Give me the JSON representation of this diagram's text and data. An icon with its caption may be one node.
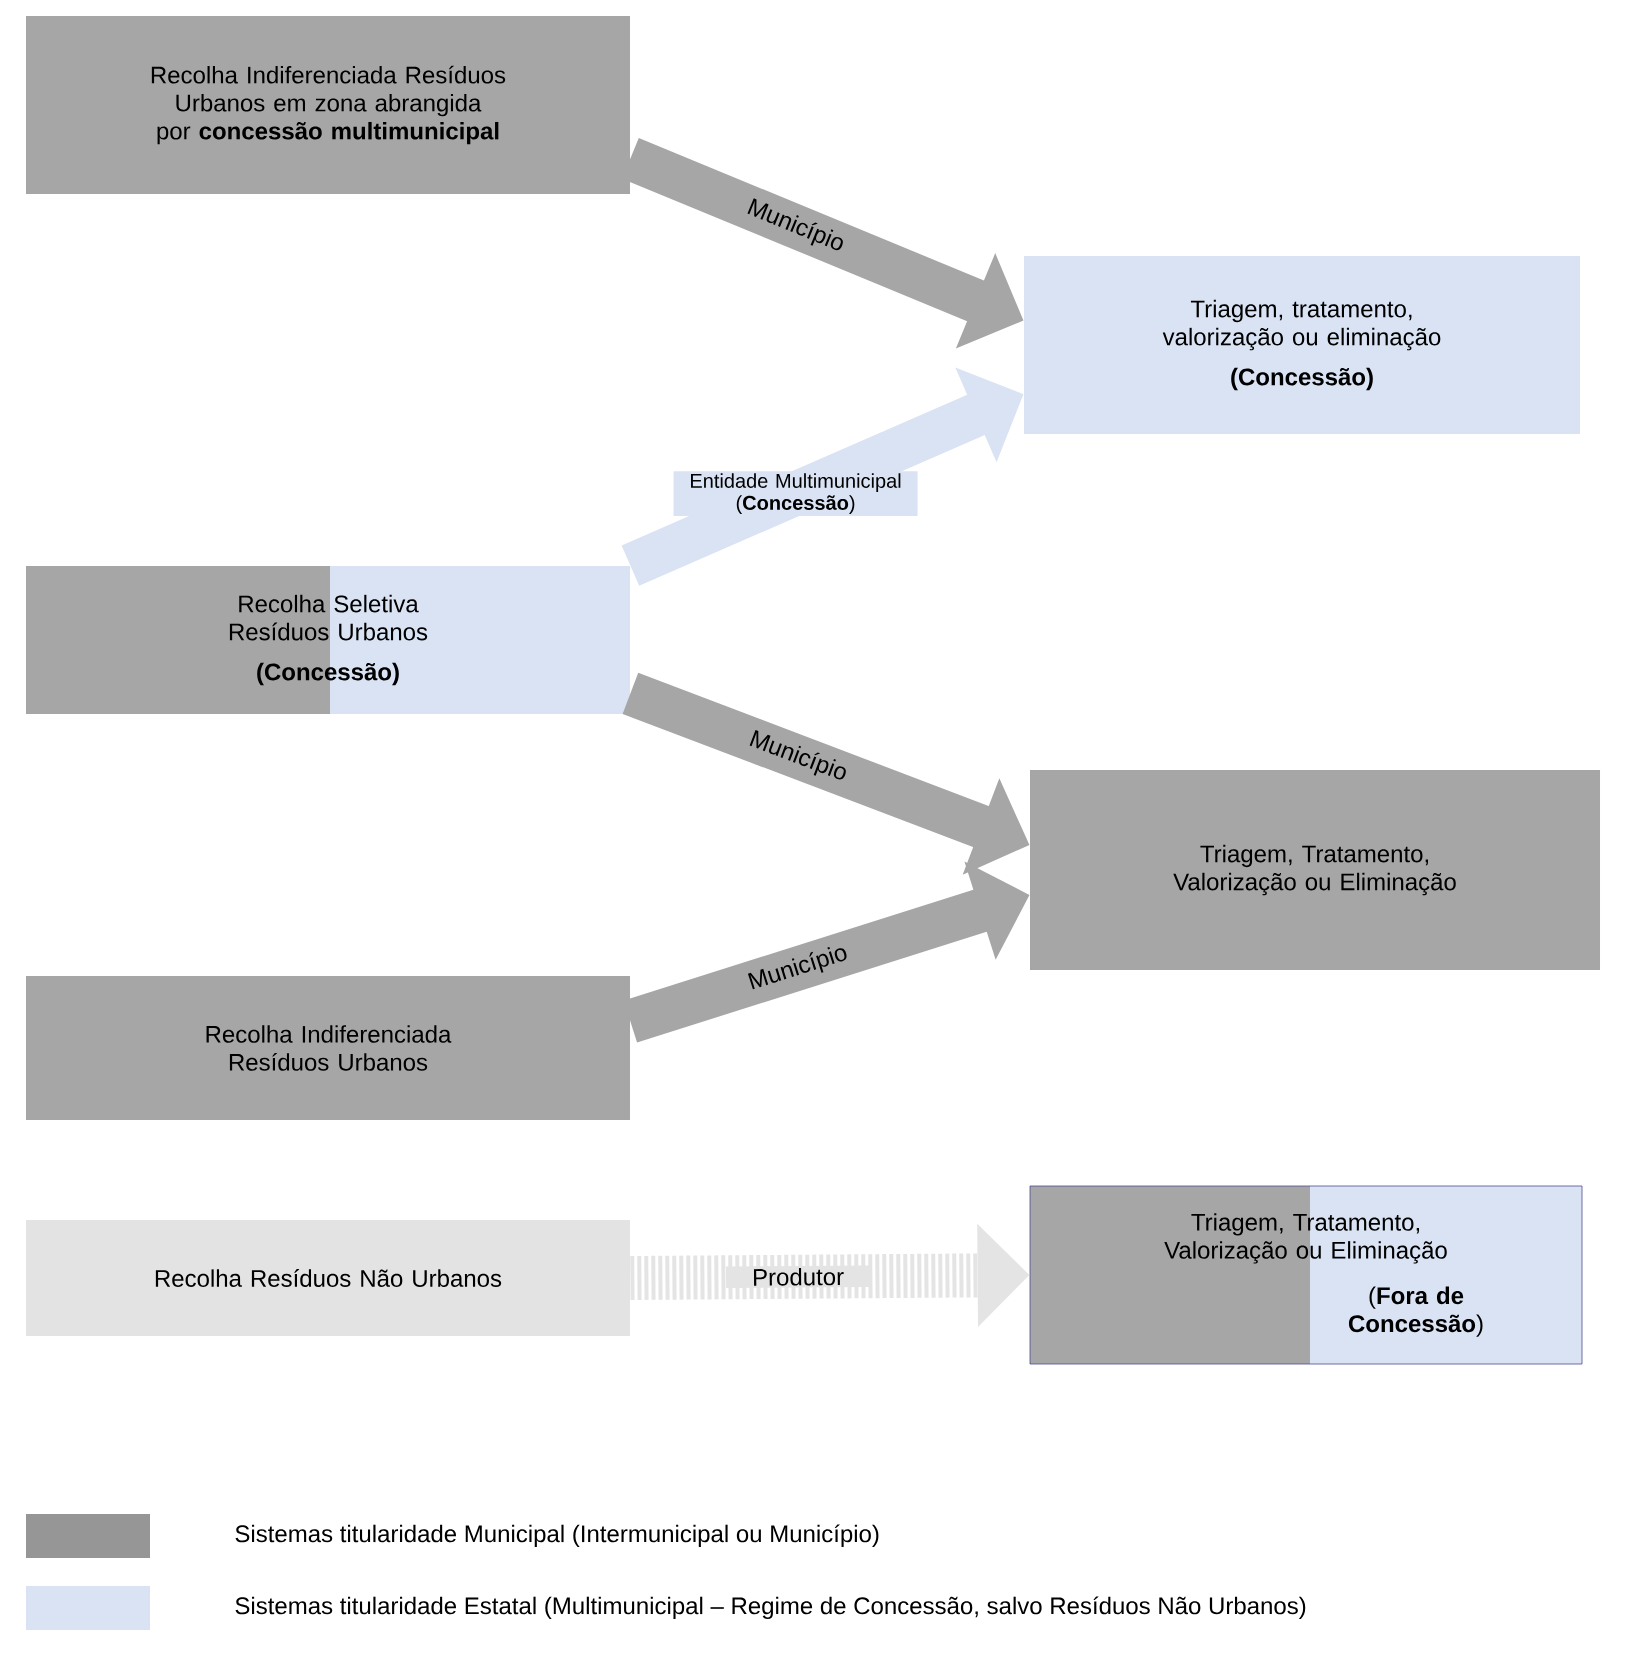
{
  "diagram": {
    "nodes": [
      {
        "text": [
          "Recolha Indiferenciada Resíduos Urbanos em zona abrangida por **concessão multimunicipal**"
        ]
      },
      {
        "text": [
          "Triagem, tratamento, valorização ou eliminação",
          "(Concessão)"
        ]
      },
      {
        "text": [
          "Recolha Seletiva Resíduos Urbanos",
          "(Concessão)"
        ]
      },
      {
        "text": [
          "Triagem, Tratamento, Valorização ou Eliminação"
        ]
      },
      {
        "text": [
          "Recolha Indiferenciada Resíduos Urbanos"
        ]
      },
      {
        "text": [
          "Recolha Resíduos Não Urbanos"
        ]
      },
      {
        "text": [
          "Triagem, Tratamento, Valorização ou Eliminação",
          "(**Fora de Concessão**)"
        ]
      }
    ],
    "edges": [
      {
        "from": 0,
        "to": 1,
        "arrow": "to",
        "label": "Município"
      },
      {
        "from": 2,
        "to": 1,
        "arrow": "to",
        "label": "Entidade Multimunicipal (**Concessão**)",
        "color": "#dae3f3"
      },
      {
        "from": 2,
        "to": 3,
        "arrow": "to",
        "label": "Município"
      },
      {
        "from": 4,
        "to": 3,
        "arrow": "to",
        "label": "Município"
      },
      {
        "from": 5,
        "to": 6,
        "arrow": "to",
        "label": "Produtor",
        "style": "dashed",
        "color": "#e4e4e4"
      }
    ],
    "legend": [
      {
        "text": "Sistemas titularidade Municipal (Intermunicipal ou Município)",
        "color": "#969696"
      },
      {
        "text": "Sistemas titularidade Estatal (Multimunicipal – Regime de Concessão, salvo Resíduos Não Urbanos)",
        "color": "#dae3f3"
      }
    ]
  }
}
